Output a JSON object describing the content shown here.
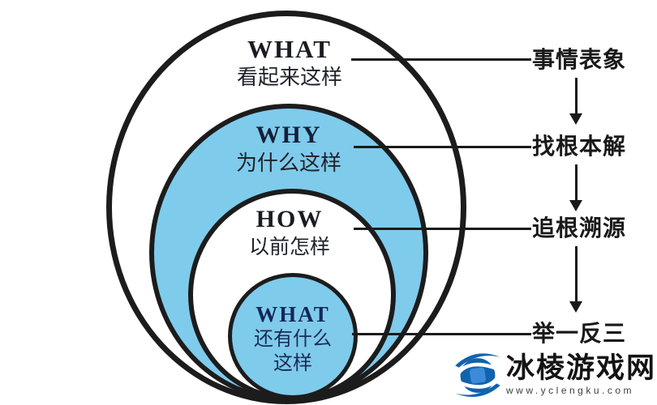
{
  "diagram": {
    "title_concept": "5WHY analysis nested circles",
    "rings": [
      {
        "id": "what-outer",
        "title": "WHAT",
        "subtitle": "看起来这样",
        "fill": "#ffffff"
      },
      {
        "id": "why",
        "title": "WHY",
        "subtitle": "为什么这样",
        "fill": "#7FCBEC"
      },
      {
        "id": "how",
        "title": "HOW",
        "subtitle": "以前怎样",
        "fill": "#ffffff"
      },
      {
        "id": "what-inner",
        "title": "WHAT",
        "subtitle": "还有什么",
        "subtitle2": "这样",
        "fill": "#7FCBEC"
      }
    ],
    "side_labels": [
      {
        "label": "事情表象"
      },
      {
        "label": "找根本解"
      },
      {
        "label": "追根溯源"
      },
      {
        "label": "举一反三"
      }
    ]
  },
  "watermark": {
    "site_name": "冰棱游戏网",
    "site_url": "www.yclengku.com"
  },
  "colors": {
    "ring_blue": "#7FCBEC",
    "ring_border": "#1c1c1c",
    "text_dark": "#191c22",
    "text_navy": "#14265c",
    "logo_blue": "#1063ae",
    "logo_square": "#3b8bd9"
  }
}
